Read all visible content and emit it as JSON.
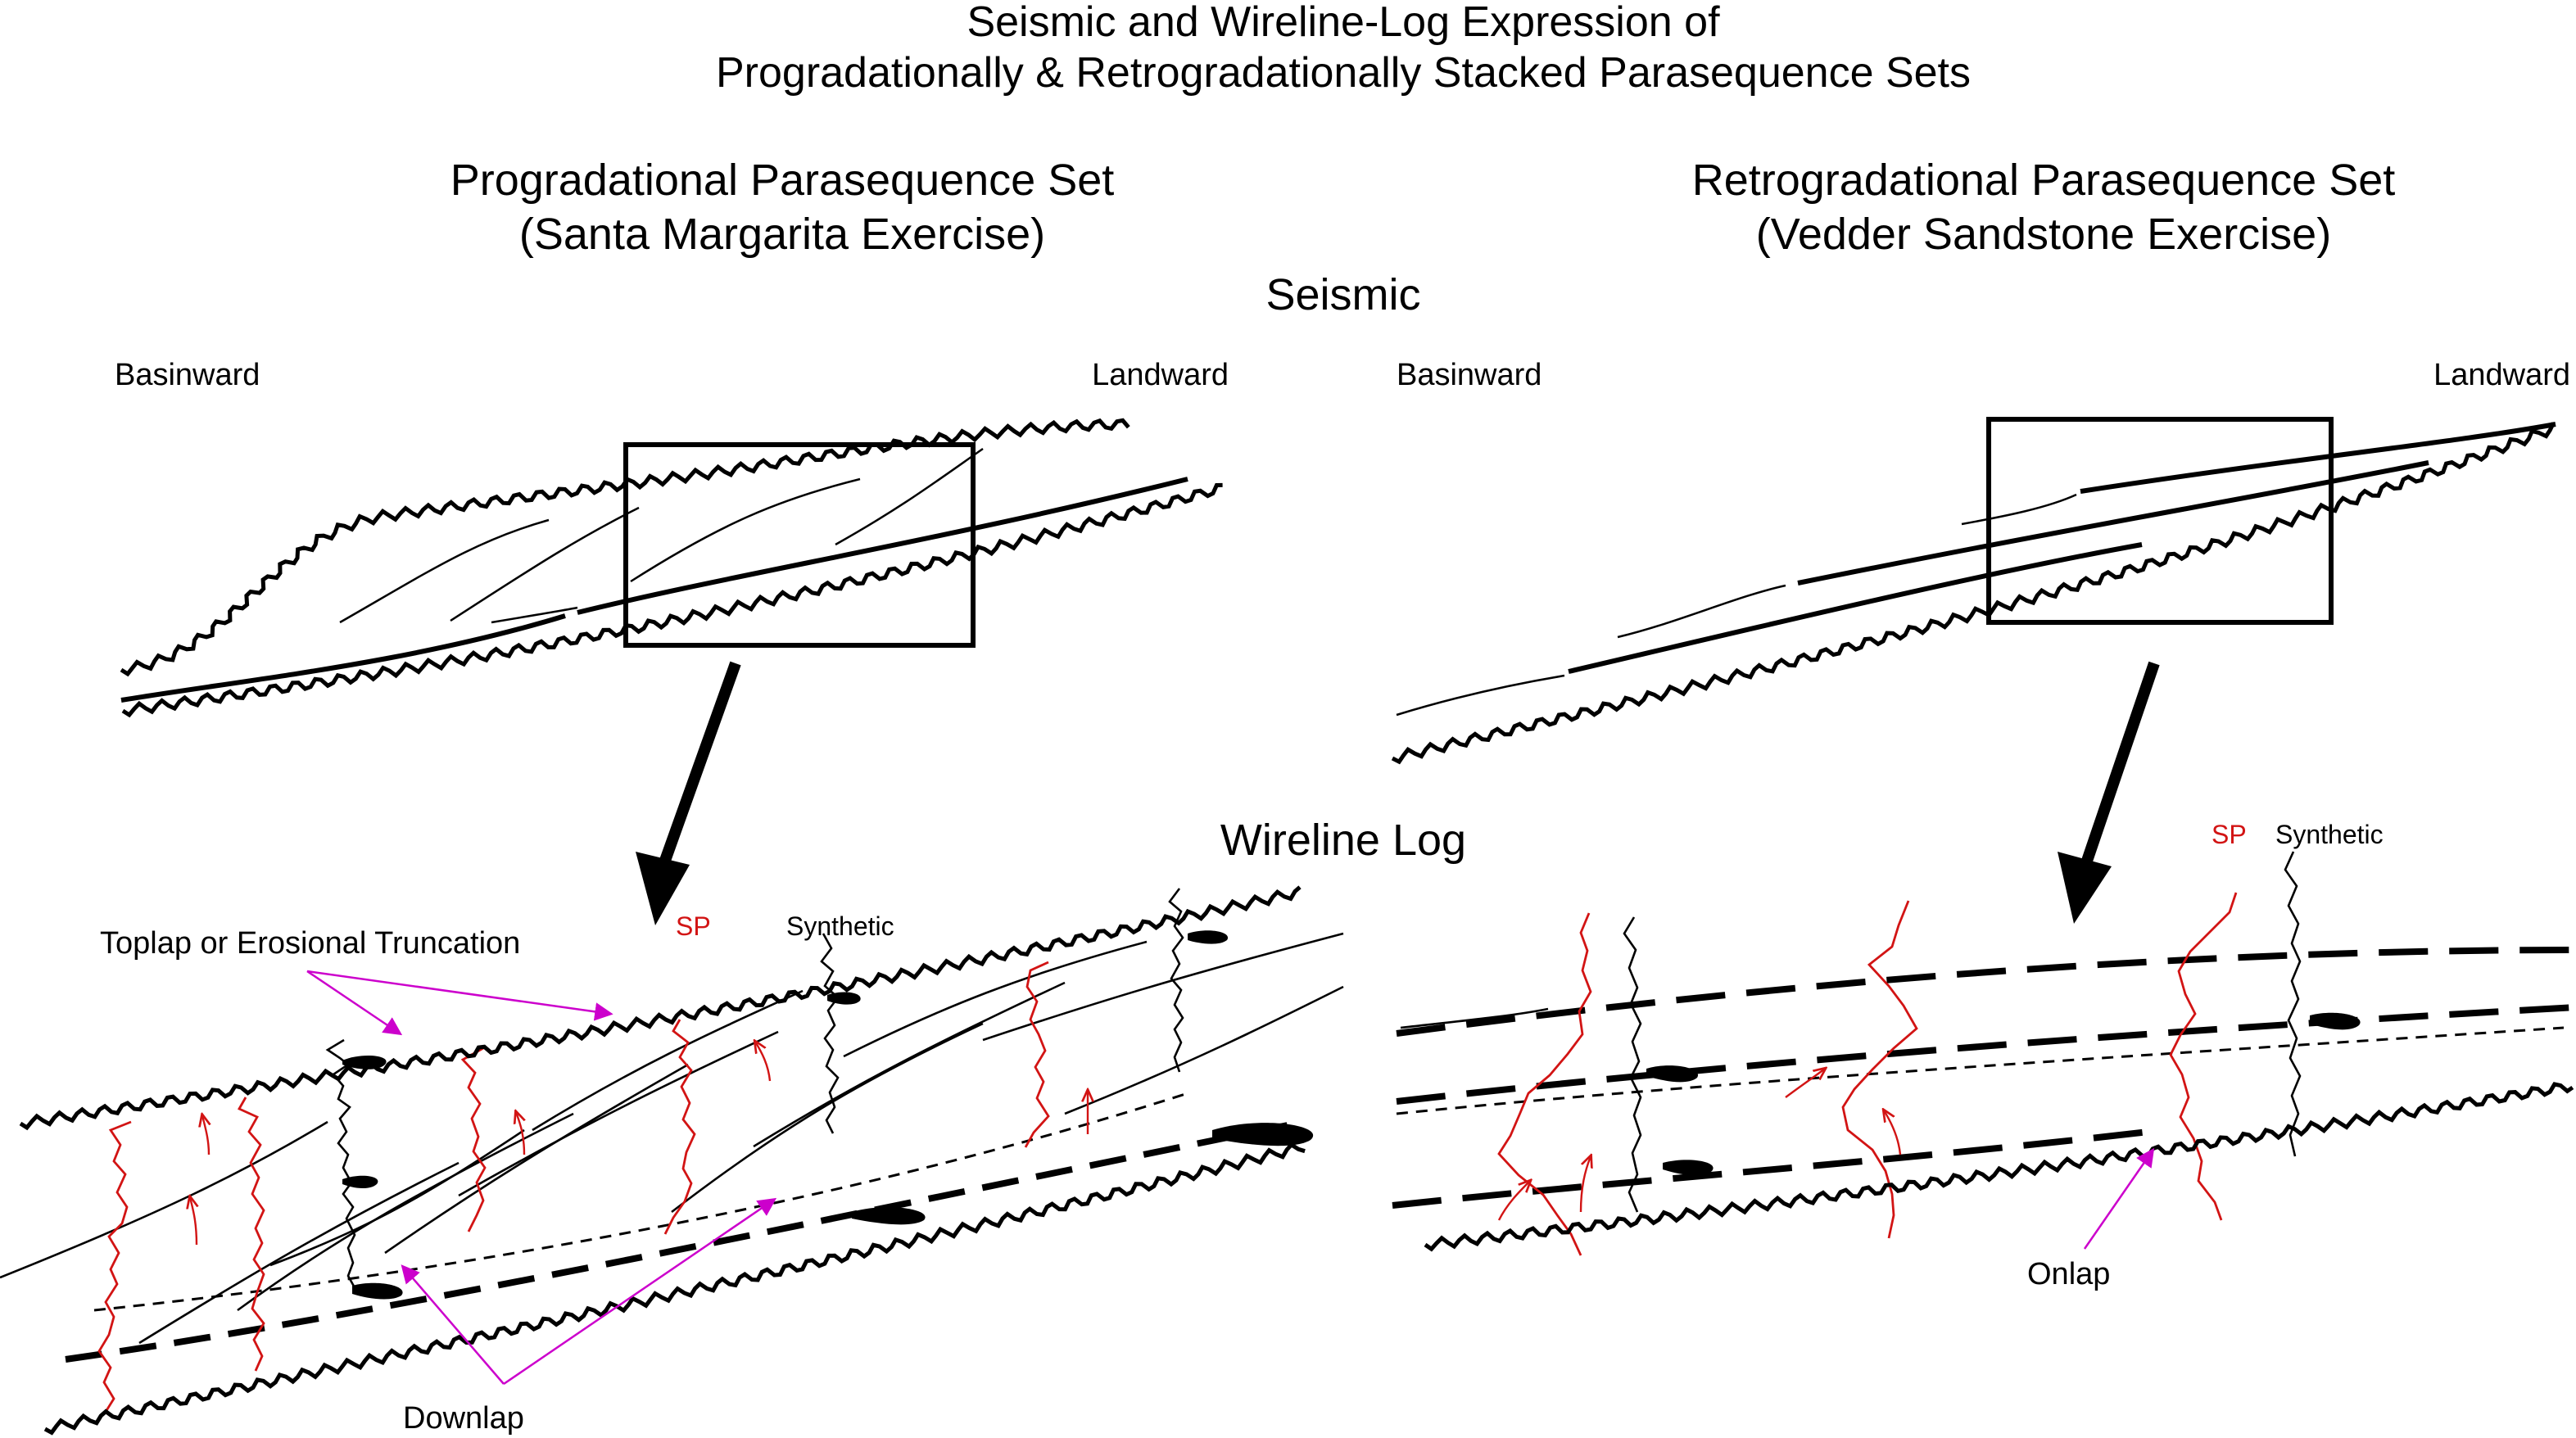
{
  "title": {
    "line1": "Seismic and Wireline-Log Expression of",
    "line2": "Progradationally & Retrogradationally Stacked Parasequence Sets"
  },
  "left_panel": {
    "title_line1": "Progradational Parasequence Set",
    "title_line2": "(Santa Margarita Exercise)",
    "basinward": "Basinward",
    "landward": "Landward"
  },
  "right_panel": {
    "title_line1": "Retrogradational Parasequence Set",
    "title_line2": "(Vedder Sandstone Exercise)",
    "basinward": "Basinward",
    "landward": "Landward"
  },
  "section_labels": {
    "seismic": "Seismic",
    "wireline": "Wireline Log"
  },
  "log_labels": {
    "sp": "SP",
    "synthetic": "Synthetic"
  },
  "annotations": {
    "toplap": "Toplap or Erosional Truncation",
    "downlap": "Downlap",
    "onlap": "Onlap"
  },
  "colors": {
    "ink": "#000000",
    "sp_curve": "#d21414",
    "annotation_arrow": "#cc00cc"
  }
}
